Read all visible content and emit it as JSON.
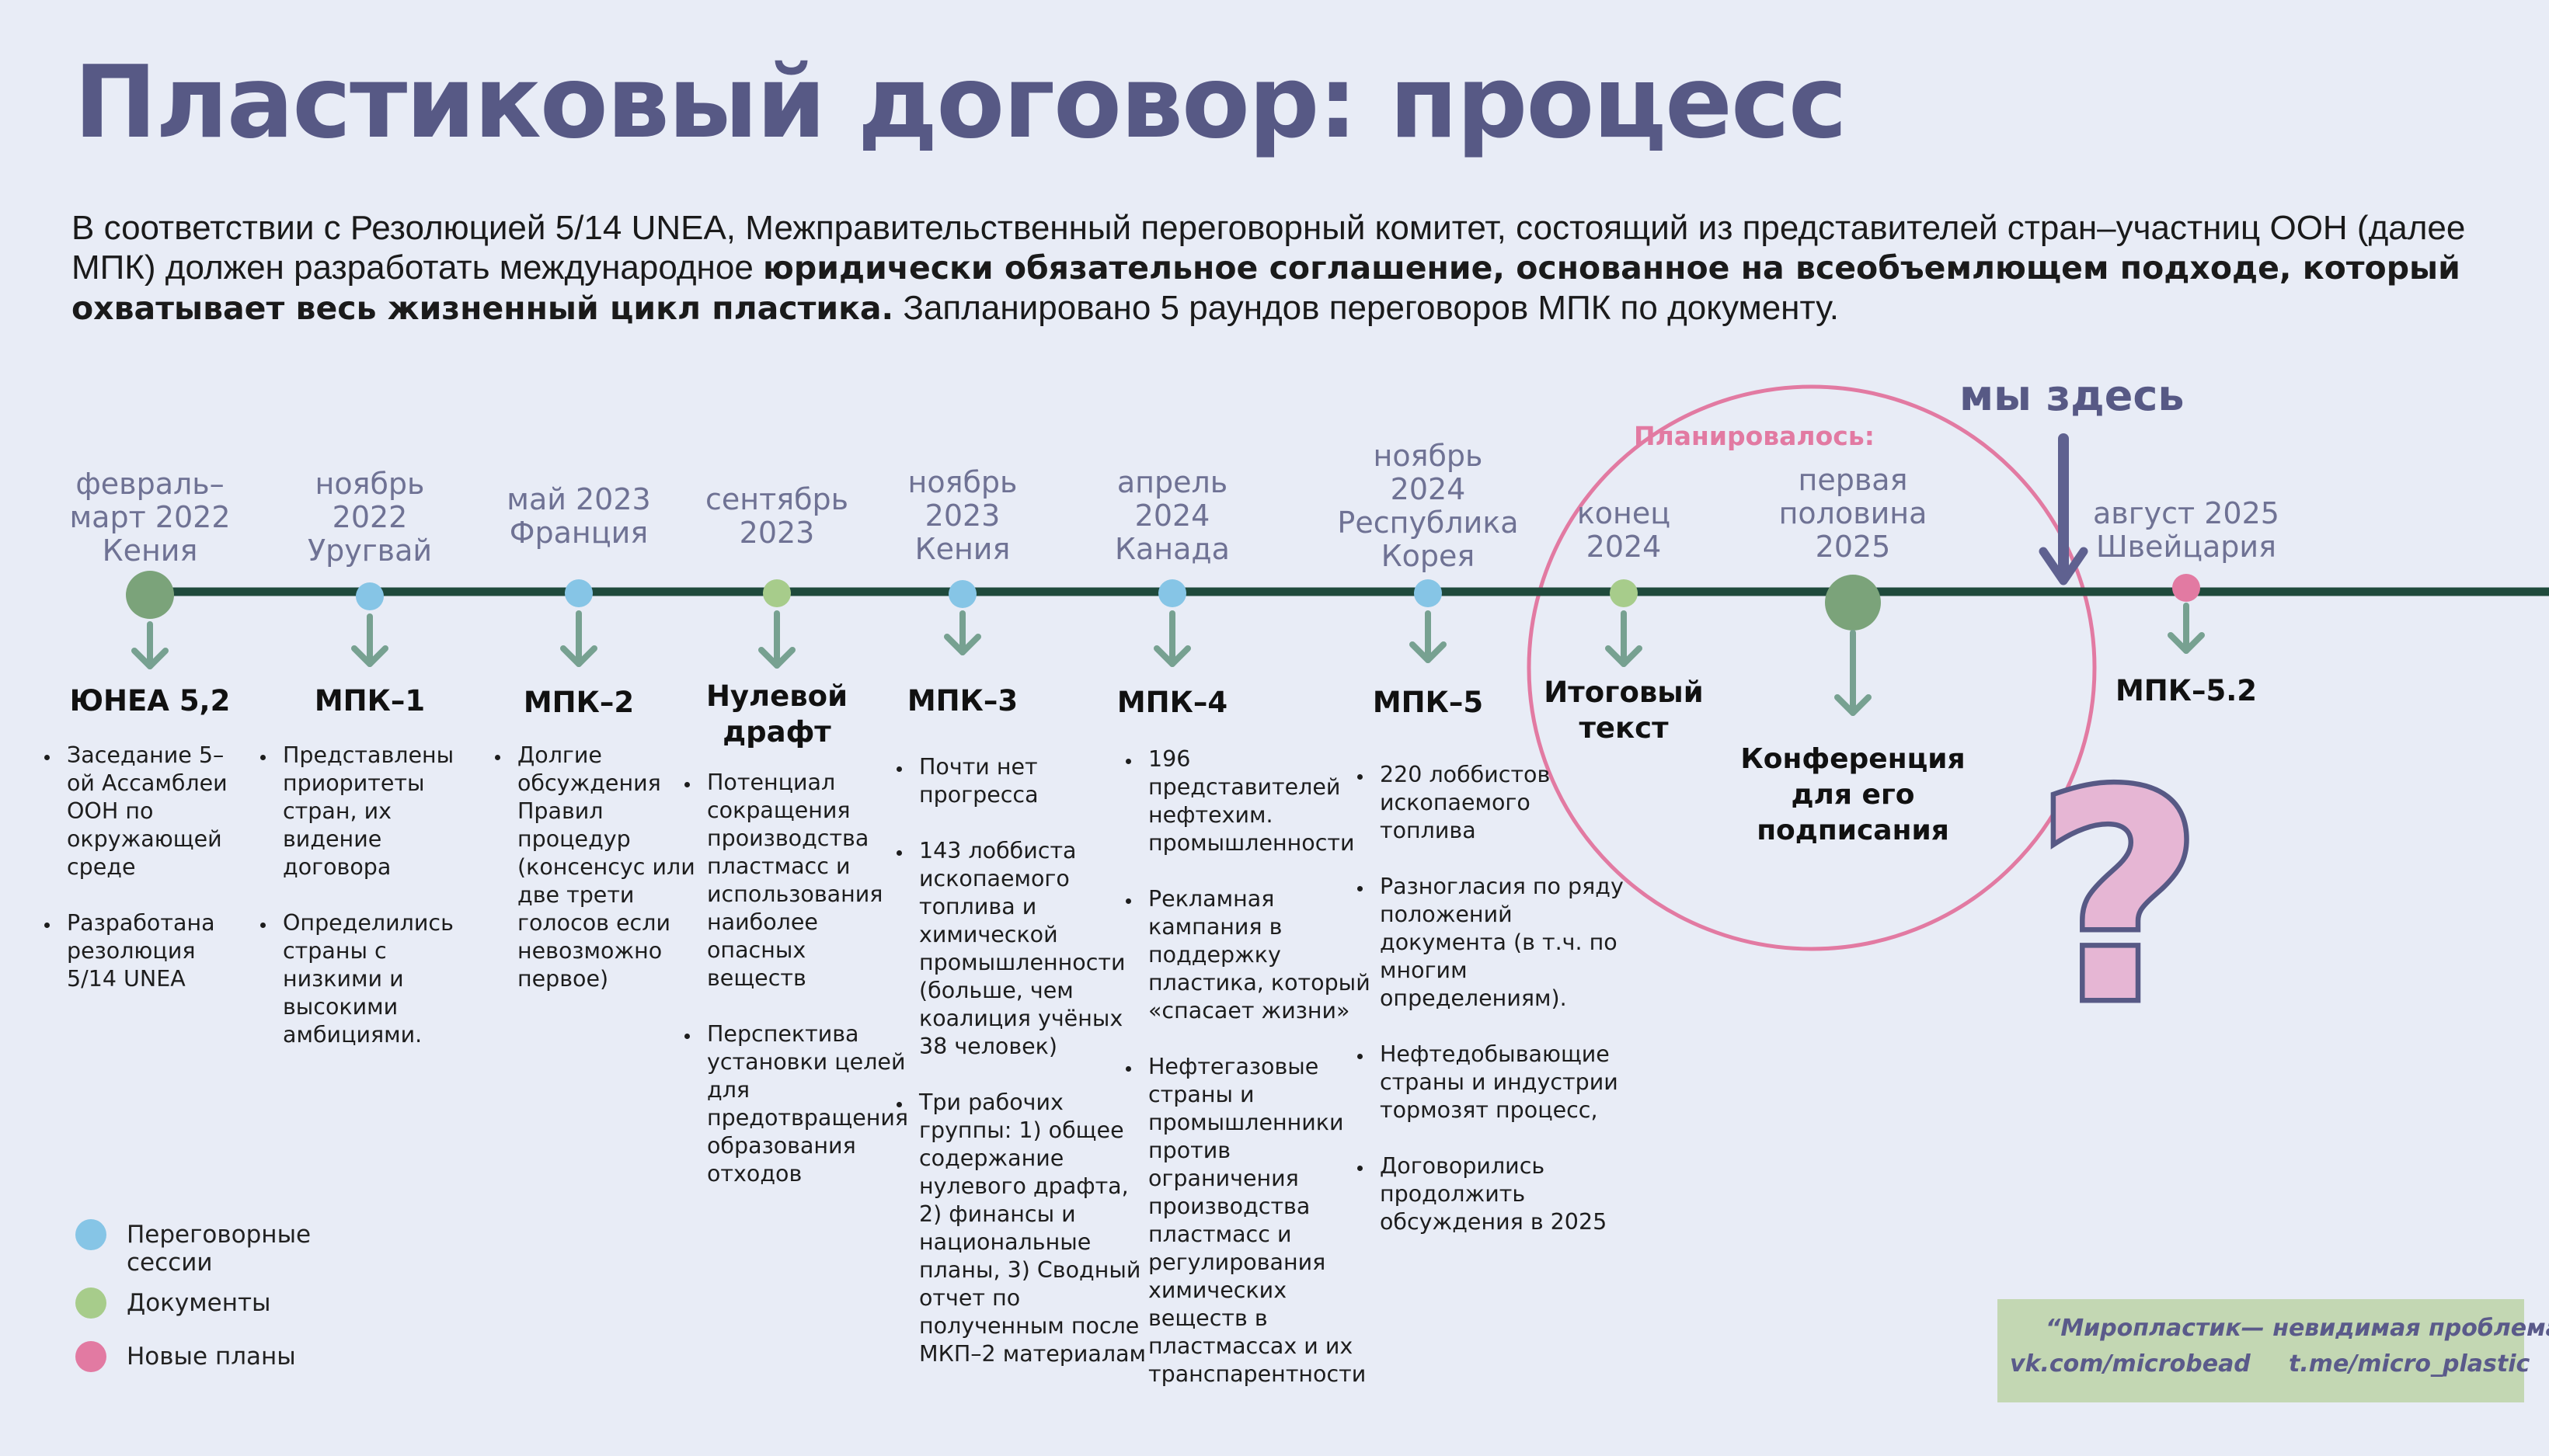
{
  "title": "Пластиковый договор: процесс",
  "intro": {
    "part1": "В соответствии с Резолюцией 5/14 UNEA,  Межправительственный переговорный комитет, состоящий из представителей стран–участниц ООН (далее МПК) должен разработать международное ",
    "bold": "юридически обязательное соглашение, основанное на всеобъемлющем подходе, который охватывает весь жизненный цикл пластика.",
    "part2": " Запланировано 5 раундов переговоров МПК по документу."
  },
  "colors": {
    "title": "#575985",
    "timeline": "#1f4a3c",
    "session": "#86c5e6",
    "document": "#a7cc8b",
    "new_plan": "#e27aa2",
    "major": "#7ba37a",
    "arrow": "#77a191",
    "circle": "#e27aa2",
    "here_arrow": "#5f6190",
    "question_fill": "#e6b6d4",
    "question_stroke": "#575985",
    "credit_bg": "#c3d7b3"
  },
  "events": [
    {
      "date": [
        "февраль–",
        "март 2022",
        "Кения"
      ],
      "name": "ЮНЕА 5,2",
      "dot": "major",
      "bullets": [
        "Заседание 5–ой Ассамблеи ООН по окружающей среде",
        "Разработана резолюция 5/14 UNEA"
      ]
    },
    {
      "date": [
        "ноябрь",
        "2022",
        "Уругвай"
      ],
      "name": "МПК–1",
      "dot": "session",
      "bullets": [
        "Представлены приоритеты стран, их видение договора",
        "Определились страны с низкими и высокими амбициями."
      ]
    },
    {
      "date": [
        "май 2023",
        "Франция"
      ],
      "name": "МПК–2",
      "dot": "session",
      "bullets": [
        "Долгие обсуждения Правил процедур (консенсус или две трети голосов если невозможно первое)"
      ]
    },
    {
      "date": [
        "сентябрь",
        "2023"
      ],
      "name": [
        "Нулевой",
        "драфт"
      ],
      "dot": "document",
      "bullets": [
        "Потенциал сокращения производства пластмасс и использования наиболее опасных веществ",
        "Перспектива установки целей для предотвращения образования отходов"
      ]
    },
    {
      "date": [
        "ноябрь",
        "2023",
        "Кения"
      ],
      "name": "МПК–3",
      "dot": "session",
      "bullets": [
        "Почти нет прогресса",
        "143 лоббиста ископаемого топлива и химической промышленности (больше, чем коалиция учёных 38 человек)",
        "Три рабочих группы: 1) общее содержание нулевого драфта, 2) финансы и национальные планы, 3) Сводный отчет по полученным после МКП–2 материалам"
      ]
    },
    {
      "date": [
        "апрель",
        "2024",
        "Канада"
      ],
      "name": "МПК–4",
      "dot": "session",
      "bullets": [
        " 196 представителей нефтехим. промышленности",
        "Рекламная кампания в поддержку пластика, который «спасает жизни»",
        "Нефтегазовые страны и промышленники против ограничения производства пластмасс и регулирования химических веществ в пластмассах и их транспарентности"
      ]
    },
    {
      "date": [
        "ноябрь",
        "2024",
        "Республика",
        "Корея"
      ],
      "name": "МПК–5",
      "dot": "session",
      "bullets": [
        " 220 лоббистов ископаемого топлива",
        "Разногласия по ряду положений документа (в т.ч. по многим определениям).",
        "Нефтедобывающие страны и индустрии тормозят процесс,",
        "Договорились продолжить обсуждения в 2025"
      ]
    },
    {
      "date": [
        "конец",
        "2024"
      ],
      "name": [
        "Итоговый",
        "текст"
      ],
      "dot": "document",
      "bullets": []
    },
    {
      "date": [
        "первая",
        "половина",
        "2025"
      ],
      "name": [
        "Конференция",
        "для его",
        "подписания"
      ],
      "dot": "major",
      "bullets": []
    },
    {
      "date": [
        "август 2025",
        "Швейцария"
      ],
      "name": "МПК–5.2",
      "dot": "new_plan",
      "bullets": []
    }
  ],
  "planned_label": "Планировалось:",
  "here_label": "мы здесь",
  "question_mark": "?",
  "legend": [
    {
      "label": "Переговорные сессии",
      "color": "session"
    },
    {
      "label": "Документы",
      "color": "document"
    },
    {
      "label": "Новые планы",
      "color": "new_plan"
    }
  ],
  "credit": {
    "quote": "“Миропластик— невидимая проблема”",
    "vk": "vk.com/microbead",
    "tg": "t.me/micro_plastic"
  }
}
